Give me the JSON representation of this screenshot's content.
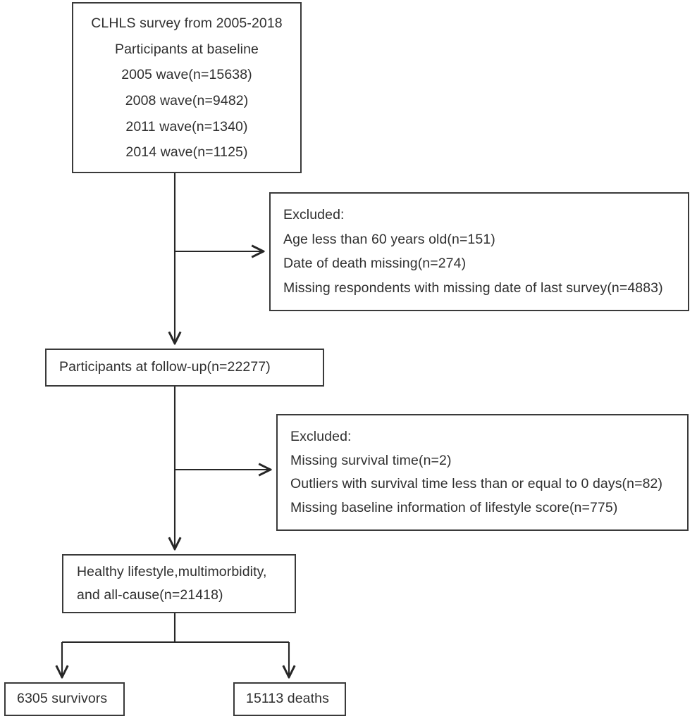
{
  "diagram": {
    "title": "CLHLS study participant flow diagram",
    "type": "flowchart",
    "stroke_color": "#3a3a3a",
    "text_color": "#2f2f2f",
    "background_color": "#ffffff"
  },
  "nodes": {
    "baseline": {
      "name": "baseline-box",
      "lines": [
        "CLHLS survey from 2005-2018",
        "Participants at baseline",
        "2005 wave(n=15638)",
        "2008 wave(n=9482)",
        "2011 wave(n=1340)",
        "2014 wave(n=1125)"
      ]
    },
    "excluded_1": {
      "name": "exclusion-box-1",
      "lines": [
        "Excluded:",
        "Age less than 60 years old(n=151)",
        "Date of death missing(n=274)",
        "Missing respondents with missing date of last survey(n=4883)"
      ]
    },
    "followup": {
      "name": "followup-box",
      "lines": [
        "Participants at follow-up(n=22277)"
      ]
    },
    "excluded_2": {
      "name": "exclusion-box-2",
      "lines": [
        "Excluded:",
        "Missing survival time(n=2)",
        "Outliers with survival time less than or equal to 0 days(n=82)",
        "Missing baseline information of lifestyle score(n=775)"
      ]
    },
    "cohort": {
      "name": "analysis-cohort-box",
      "lines": [
        "Healthy lifestyle,multimorbidity,",
        "and all-cause(n=21418)"
      ]
    },
    "survivors": {
      "name": "survivors-box",
      "lines": [
        "6305 survivors"
      ]
    },
    "deaths": {
      "name": "deaths-box",
      "lines": [
        "15113 deaths"
      ]
    }
  },
  "counts": {
    "wave_2005": 15638,
    "wave_2008": 9482,
    "wave_2011": 1340,
    "wave_2014": 1125,
    "excluded_age_under_60": 151,
    "excluded_date_of_death_missing": 274,
    "excluded_missing_last_survey_date": 4883,
    "participants_at_followup": 22277,
    "excluded_missing_survival_time": 2,
    "excluded_outlier_survival_time": 82,
    "excluded_missing_lifestyle_score": 775,
    "analytic_sample": 21418,
    "survivors": 6305,
    "deaths": 15113
  },
  "edges": [
    {
      "name": "edge-baseline-to-followup",
      "from": "baseline",
      "to": "followup",
      "arrow": "down"
    },
    {
      "name": "edge-baseline-to-exclusion-1",
      "from": "baseline",
      "to": "excluded_1",
      "arrow": "right"
    },
    {
      "name": "edge-followup-to-cohort",
      "from": "followup",
      "to": "cohort",
      "arrow": "down"
    },
    {
      "name": "edge-followup-to-exclusion-2",
      "from": "followup",
      "to": "excluded_2",
      "arrow": "right"
    },
    {
      "name": "edge-cohort-to-survivors",
      "from": "cohort",
      "to": "survivors",
      "arrow": "down"
    },
    {
      "name": "edge-cohort-to-deaths",
      "from": "cohort",
      "to": "deaths",
      "arrow": "down"
    }
  ]
}
